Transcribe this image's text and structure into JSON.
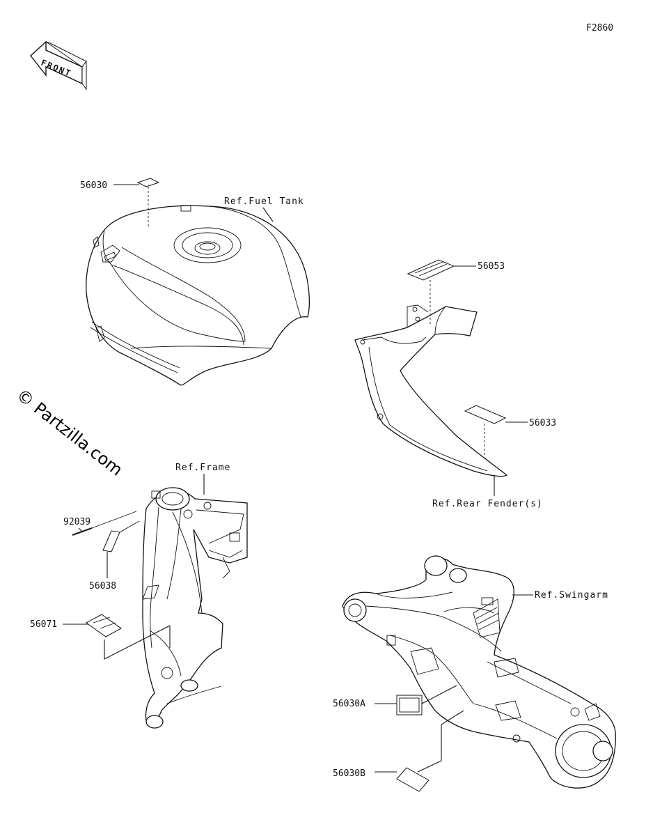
{
  "figure_code": "F2860",
  "front_arrow": {
    "text": "FRONT"
  },
  "watermark": "© Partzilla.com",
  "references": {
    "fuel_tank": "Ref.Fuel Tank",
    "rear_fender": "Ref.Rear Fender(s)",
    "frame": "Ref.Frame",
    "swingarm": "Ref.Swingarm"
  },
  "parts": [
    {
      "number": "56030"
    },
    {
      "number": "56053"
    },
    {
      "number": "56033"
    },
    {
      "number": "92039"
    },
    {
      "number": "56038"
    },
    {
      "number": "56071"
    },
    {
      "number": "56030A"
    },
    {
      "number": "56030B"
    }
  ]
}
